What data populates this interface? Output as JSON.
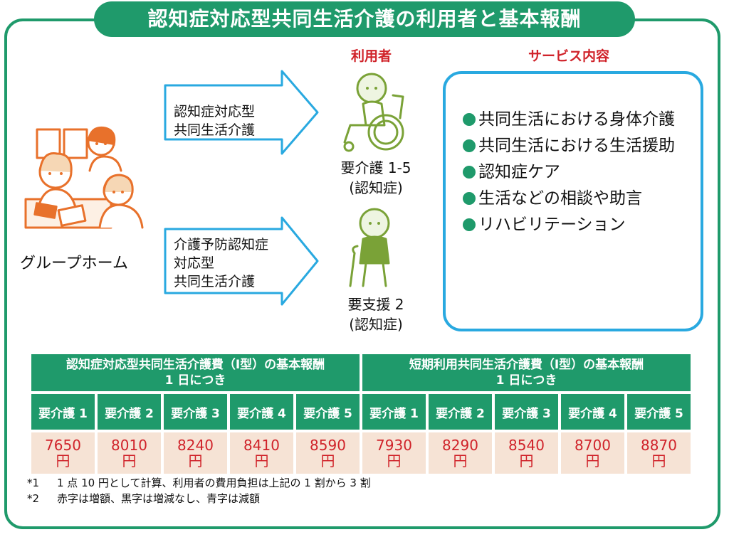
{
  "title": "認知症対応型共同生活介護の利用者と基本報酬",
  "column_labels": {
    "users": "利用者",
    "services": "サービス内容"
  },
  "facility": {
    "label": "グループホーム"
  },
  "arrows": [
    {
      "lines": [
        "認知症対応型",
        "共同生活介護"
      ]
    },
    {
      "lines": [
        "介護予防認知症",
        "対応型",
        "共同生活介護"
      ]
    }
  ],
  "users": [
    {
      "line1": "要介護 1-5",
      "line2": "(認知症)"
    },
    {
      "line1": "要支援 2",
      "line2": "(認知症)"
    }
  ],
  "services": [
    "共同生活における身体介護",
    "共同生活における生活援助",
    "認知症ケア",
    "生活などの相談や助言",
    "リハビリテーション"
  ],
  "fee_tables": {
    "left_header": [
      "認知症対応型共同生活介護費（Ⅰ型）の基本報酬",
      "1 日につき"
    ],
    "right_header": [
      "短期利用共同生活介護費（Ⅰ型）の基本報酬",
      "1 日につき"
    ],
    "levels": [
      "要介護 1",
      "要介護 2",
      "要介護 3",
      "要介護 4",
      "要介護 5",
      "要介護 1",
      "要介護 2",
      "要介護 3",
      "要介護 4",
      "要介護 5"
    ],
    "prices": [
      "7650",
      "8010",
      "8240",
      "8410",
      "8590",
      "7930",
      "8290",
      "8540",
      "8700",
      "8870"
    ],
    "unit": "円",
    "price_color": "#d0232a"
  },
  "notes": [
    {
      "key": "*1",
      "text": "1 点 10 円として計算、利用者の費用負担は上記の 1 割から 3 割"
    },
    {
      "key": "*2",
      "text": "赤字は増額、黒字は増減なし、青字は減額"
    }
  ],
  "colors": {
    "green": "#1f9a6b",
    "blue": "#29a9e0",
    "red": "#d0232a",
    "orange": "#e8712b",
    "olive": "#7aa237"
  },
  "icons": [
    "group-home-illustration",
    "wheelchair-user-illustration",
    "cane-walker-illustration"
  ]
}
